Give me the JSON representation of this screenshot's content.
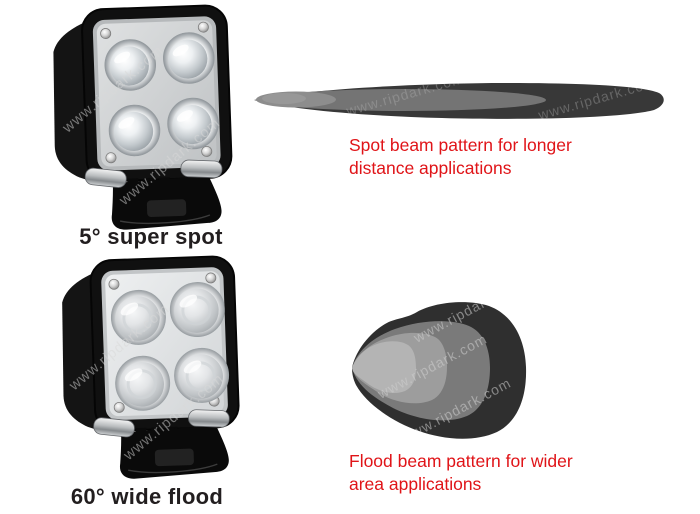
{
  "watermark": "www.ripdark.com",
  "colors": {
    "background": "#ffffff",
    "caption_red": "#e01418",
    "label_black": "#221e1f",
    "spot_beam_outer": "#383838",
    "spot_beam_inner": "#747474",
    "spot_beam_tip": "#8d8d8d",
    "flood_beam_outer": "#2f2f2f",
    "flood_beam_mid": "#7a7a7a",
    "flood_beam_inner": "#9d9d9d",
    "flood_beam_tip": "#b4b4b4"
  },
  "spot_section": {
    "product_label": "5° super spot",
    "caption_line1": "Spot beam pattern for longer",
    "caption_line2": "distance applications"
  },
  "flood_section": {
    "product_label": "60° wide flood",
    "caption_line1": "Flood beam pattern for wider",
    "caption_line2": "area applications"
  }
}
